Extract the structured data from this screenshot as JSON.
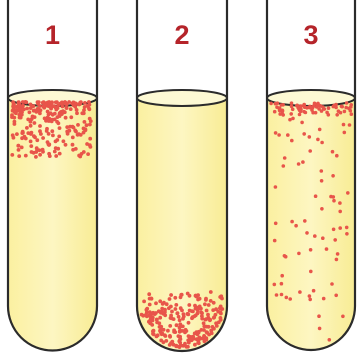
{
  "colors": {
    "medium_fill": "#fbf19c",
    "medium_fill_light": "#fdf8c6",
    "tube_outline": "#2b2b2b",
    "label": "#b5242a",
    "bacteria": "#e8554a"
  },
  "tubes": [
    {
      "label": "1",
      "growth_pattern": "surface"
    },
    {
      "label": "2",
      "growth_pattern": "bottom"
    },
    {
      "label": "3",
      "growth_pattern": "dispersed"
    }
  ]
}
